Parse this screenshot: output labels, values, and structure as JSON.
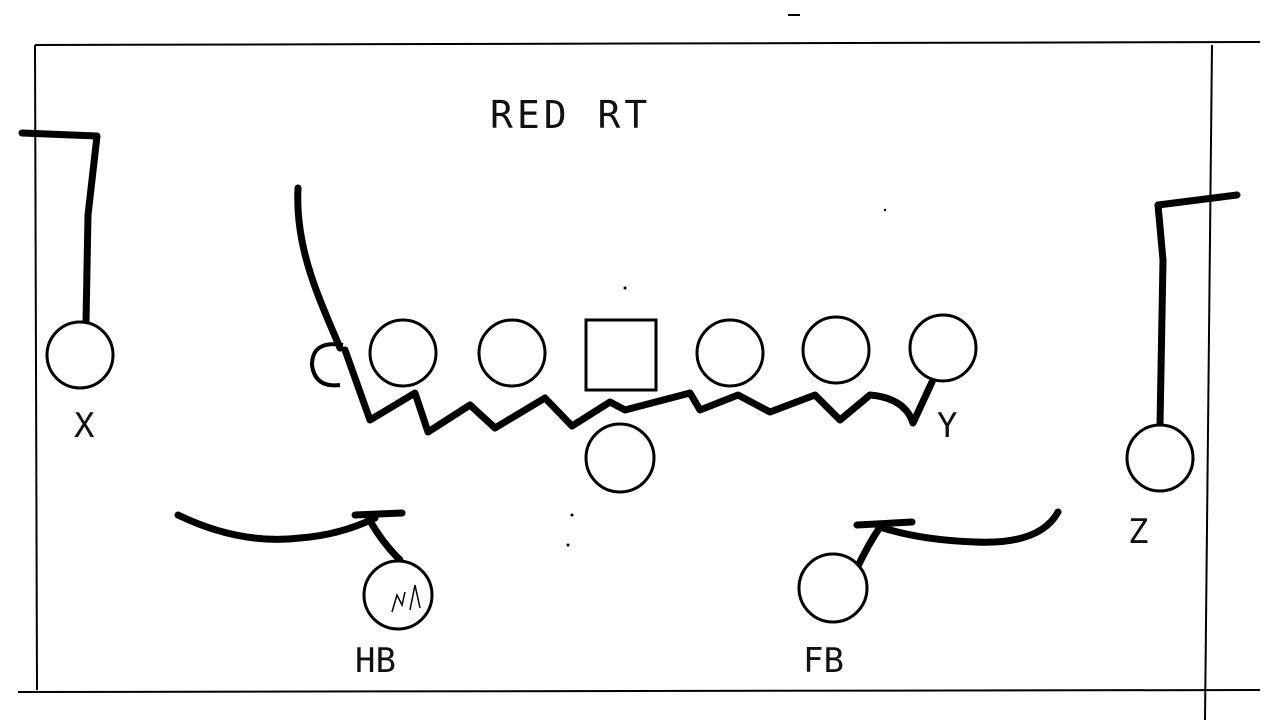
{
  "play": {
    "title": "RED RT"
  },
  "labels": {
    "x": "X",
    "y": "Y",
    "z": "Z",
    "hb": "HB",
    "fb": "FB"
  },
  "colors": {
    "ink": "#000000",
    "paper": "#ffffff"
  }
}
